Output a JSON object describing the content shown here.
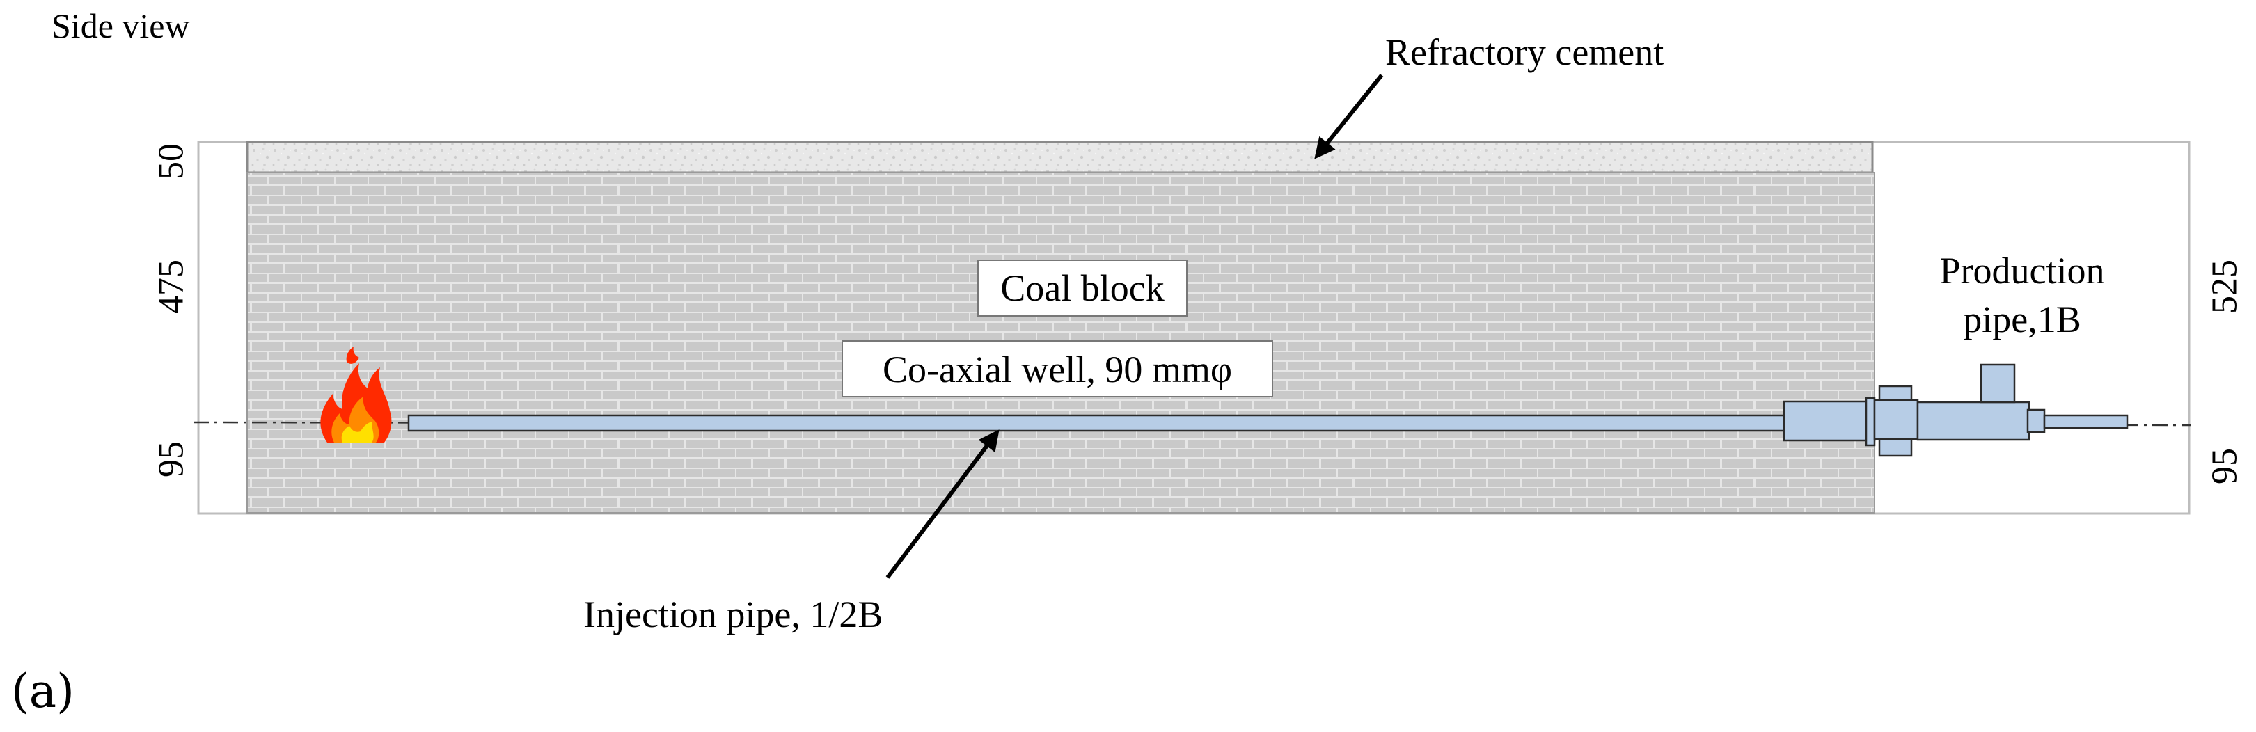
{
  "view_title": "Side view",
  "panel_label": "(a)",
  "labels": {
    "refractory_cement": "Refractory cement",
    "coal_block": "Coal block",
    "coaxial_well": "Co-axial well, 90 mmφ",
    "injection_pipe": "Injection pipe, 1/2B",
    "production_pipe_line1": "Production",
    "production_pipe_line2": "pipe,1B"
  },
  "dimensions": {
    "left_cement": "50",
    "left_block": "475",
    "left_bottom": "95",
    "right_total": "525",
    "right_bottom": "95"
  },
  "colors": {
    "coal": "#c9c9c9",
    "brick_line": "#e6e6e6",
    "cement": "#e4e4e4",
    "pipe_fill": "#b7cde6",
    "pipe_stroke": "#2b2b2b",
    "flame_outer": "#ff2a00",
    "flame_inner": "#ffe000"
  },
  "icons": [
    "flame-icon",
    "arrow-icon"
  ]
}
